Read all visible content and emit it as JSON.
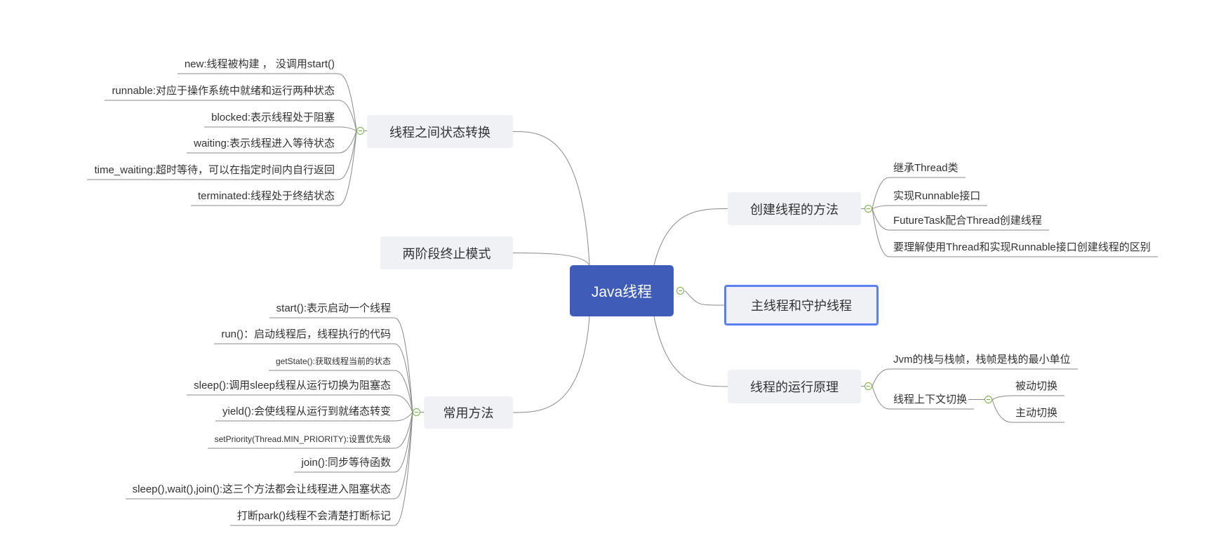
{
  "root": {
    "label": "Java线程"
  },
  "branches": [
    {
      "label": "线程之间状态转换",
      "children": [
        "new:线程被构建 ， 没调用start()",
        "runnable:对应于操作系统中就绪和运行两种状态",
        "blocked:表示线程处于阻塞",
        "waiting:表示线程进入等待状态",
        "time_waiting:超时等待，可以在指定时间内自行返回",
        "terminated:线程处于终结状态"
      ]
    },
    {
      "label": "两阶段终止模式",
      "children": []
    },
    {
      "label": "常用方法",
      "children": [
        "start():表示启动一个线程",
        "run()：启动线程后，线程执行的代码",
        "getState():获取线程当前的状态",
        "sleep():调用sleep线程从运行切换为阻塞态",
        "yield():会使线程从运行到就绪态转变",
        "setPriority(Thread.MIN_PRIORITY):设置优先级",
        "join():同步等待函数",
        "sleep(),wait(),join():这三个方法都会让线程进入阻塞状态",
        "打断park()线程不会清楚打断标记"
      ]
    },
    {
      "label": "创建线程的方法",
      "children": [
        "继承Thread类",
        "实现Runnable接口",
        "FutureTask配合Thread创建线程",
        "要理解使用Thread和实现Runnable接口创建线程的区别"
      ]
    },
    {
      "label": "主线程和守护线程",
      "children": []
    },
    {
      "label": "线程的运行原理",
      "children": [
        "Jvm的栈与栈帧，栈帧是栈的最小单位",
        "线程上下文切换"
      ],
      "sub": [
        "被动切换",
        "主动切换"
      ]
    }
  ]
}
